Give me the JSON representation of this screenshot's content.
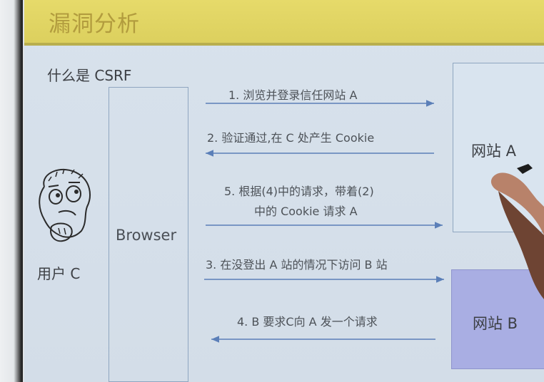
{
  "banner": {
    "title": "漏洞分析"
  },
  "slide": {
    "subtitle": "什么是 CSRF"
  },
  "diagram": {
    "user_label": "用户 C",
    "browser_label": "Browser",
    "site_a_label": "网站 A",
    "site_b_label": "网站 B",
    "steps": [
      {
        "text": "1. 浏览并登录信任网站 A"
      },
      {
        "text": "2. 验证通过,在 C 处产生 Cookie"
      },
      {
        "text": "5. 根据(4)中的请求，带着(2)"
      },
      {
        "text": "中的 Cookie 请求 A"
      },
      {
        "text": "3. 在没登出 A 站的情况下访问 B 站"
      },
      {
        "text": "4. B 要求C向 A 发一个请求"
      }
    ]
  },
  "colors": {
    "banner": "#e6da6a",
    "banner_text": "#b29c3e",
    "arrow": "#5b7fb8",
    "site_b": "#a9aee3"
  }
}
